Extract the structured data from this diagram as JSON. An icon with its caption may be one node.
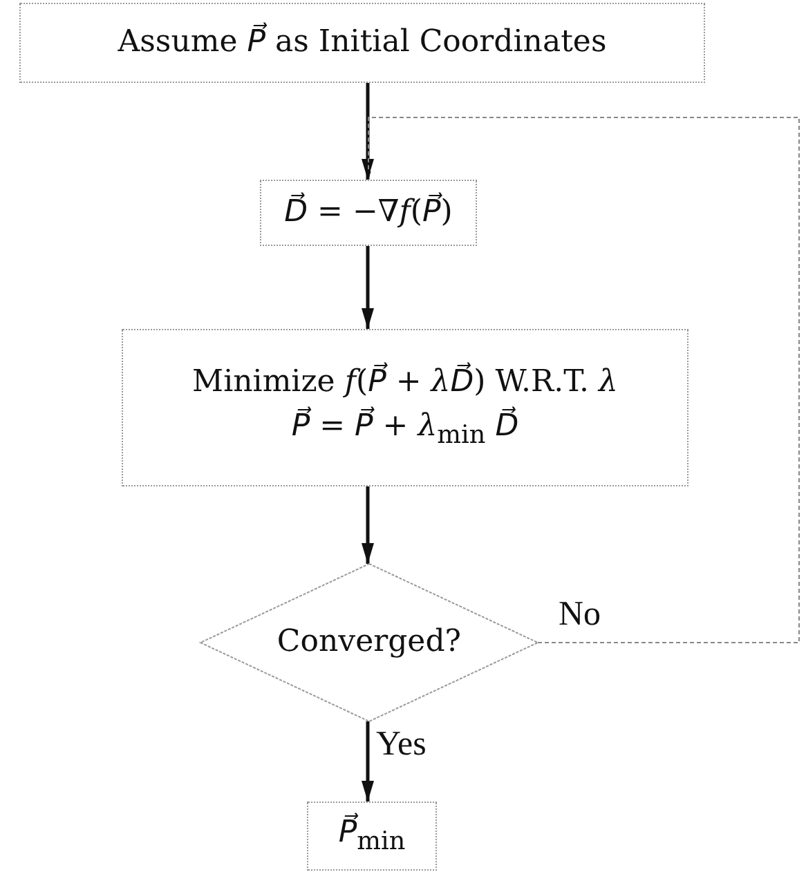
{
  "diagram": {
    "nodes": [
      {
        "text": [
          "Assume *P⃗* as Initial Coordinates"
        ]
      },
      {
        "text": [
          "*D⃗* = −∇*f*(*P⃗*)"
        ]
      },
      {
        "text": [
          "Minimize *f*(*P⃗* + *λD⃗*) W.R.T. *λ*",
          "*P⃗* = *P⃗* + *λ*$_{min}$ *D⃗*"
        ]
      },
      {
        "text": [
          "Converged?"
        ]
      },
      {
        "text": [
          "*P⃗*$_{min}$"
        ]
      }
    ],
    "edges": [
      {
        "from": 0,
        "to": 1,
        "arrow": "to"
      },
      {
        "from": 1,
        "to": 2,
        "arrow": "to"
      },
      {
        "from": 2,
        "to": 3,
        "arrow": "to"
      },
      {
        "from": 3,
        "to": 4,
        "arrow": "to",
        "label": "Yes"
      },
      {
        "from": 3,
        "to": 1,
        "arrow": "to",
        "label": "No",
        "style": "dashed",
        "color": "#888888"
      }
    ]
  }
}
